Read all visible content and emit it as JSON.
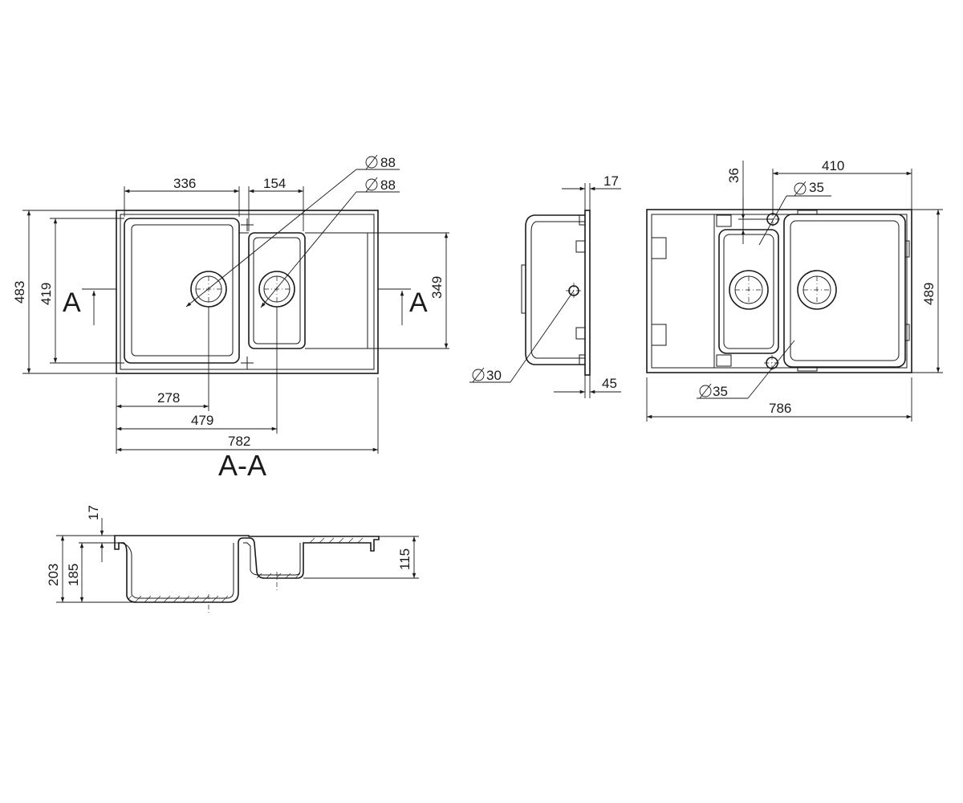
{
  "colors": {
    "line": "#1a1a1a",
    "background": "#ffffff"
  },
  "top_view": {
    "dim_bowl_large": "336",
    "dim_bowl_small": "154",
    "diam_1": "88",
    "diam_2": "88",
    "dim_overall_height": "483",
    "dim_inner_height": "419",
    "dim_right_height": "349",
    "dim_center_large": "278",
    "dim_center_small": "479",
    "dim_overall_width": "782",
    "section_mark_left": "A",
    "section_mark_right": "A"
  },
  "side_view": {
    "dim_rim_top": "17",
    "dim_rim_bottom": "45",
    "diam_overflow": "30"
  },
  "cutout_view": {
    "dim_offset": "36",
    "dim_width_top": "410",
    "diam_top": "35",
    "diam_bottom": "35",
    "dim_height": "489",
    "dim_width": "786"
  },
  "section_view": {
    "title": "A-A",
    "dim_rim": "17",
    "dim_depth_total": "203",
    "dim_depth_bowl": "185",
    "dim_depth_small": "115"
  }
}
